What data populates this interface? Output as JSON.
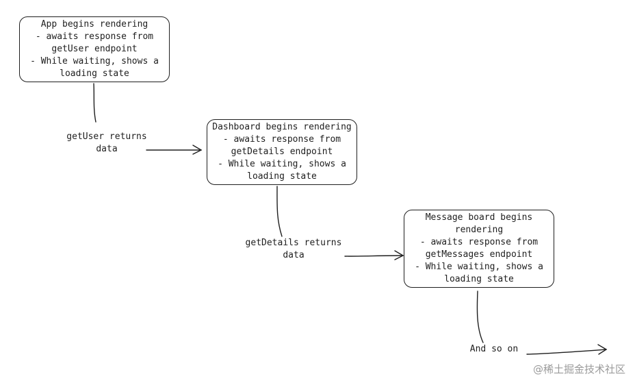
{
  "nodes": [
    {
      "id": "app",
      "lines": [
        "App begins rendering",
        "- awaits response from",
        "getUser endpoint",
        "- While waiting, shows a",
        "loading state"
      ]
    },
    {
      "id": "dashboard",
      "lines": [
        "Dashboard begins rendering",
        "- awaits response from",
        "getDetails endpoint",
        "- While waiting, shows a",
        "loading state"
      ]
    },
    {
      "id": "message",
      "lines": [
        "Message board begins",
        "rendering",
        "- awaits response from",
        "getMessages endpoint",
        "- While waiting, shows a",
        "loading state"
      ]
    }
  ],
  "edges": [
    {
      "from": "app",
      "to": "dashboard",
      "label": [
        "getUser returns",
        "data"
      ]
    },
    {
      "from": "dashboard",
      "to": "message",
      "label": [
        "getDetails returns",
        "data"
      ]
    },
    {
      "from": "message",
      "to": "",
      "label": [
        "And so on"
      ]
    }
  ],
  "watermark": "@稀土掘金技术社区"
}
